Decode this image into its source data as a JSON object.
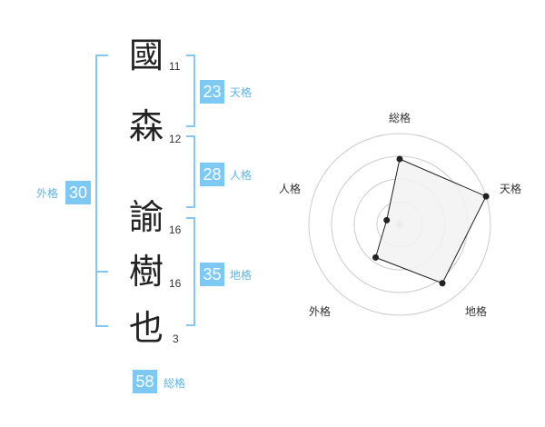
{
  "name_chars": [
    {
      "char": "國",
      "strokes": "11"
    },
    {
      "char": "森",
      "strokes": "12"
    },
    {
      "char": "諭",
      "strokes": "16"
    },
    {
      "char": "樹",
      "strokes": "16"
    },
    {
      "char": "也",
      "strokes": "3"
    }
  ],
  "fortunes": {
    "tenkaku": {
      "value": "23",
      "label": "天格"
    },
    "jinkaku": {
      "value": "28",
      "label": "人格"
    },
    "chikaku": {
      "value": "35",
      "label": "地格"
    },
    "gaikaku": {
      "value": "30",
      "label": "外格"
    },
    "soukaku": {
      "value": "58",
      "label": "総格"
    }
  },
  "colors": {
    "accent": "#7ec9f4",
    "bracket": "#82c8f2",
    "label": "#5eb5ea",
    "radar_fill": "#f2f2f2",
    "radar_ring": "#cccccc"
  },
  "chart_data": {
    "type": "radar",
    "axes": [
      "総格",
      "天格",
      "地格",
      "外格",
      "人格"
    ],
    "values": [
      0.72,
      1.0,
      0.8,
      0.45,
      0.15
    ],
    "rings": 4
  }
}
